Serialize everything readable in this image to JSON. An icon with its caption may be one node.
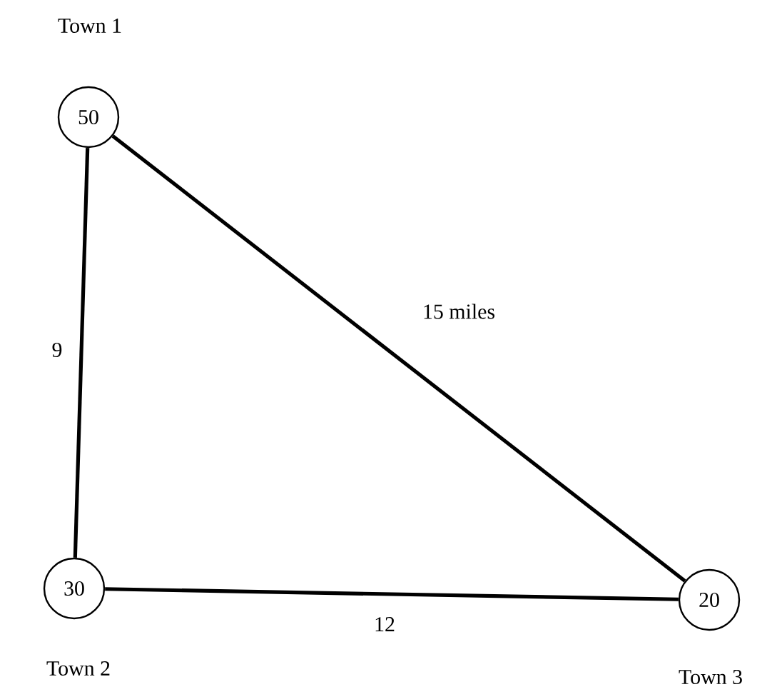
{
  "diagram": {
    "nodes": [
      {
        "text": [
          "50"
        ],
        "beside": [
          "Town 1"
        ]
      },
      {
        "text": [
          "30"
        ],
        "beside": [
          "Town 2"
        ]
      },
      {
        "text": [
          "20"
        ],
        "beside": [
          "Town 3"
        ]
      }
    ],
    "edges": [
      {
        "from": 0,
        "to": 1,
        "arrow": "none",
        "label": "9"
      },
      {
        "from": 0,
        "to": 2,
        "arrow": "none",
        "label": "15 miles"
      },
      {
        "from": 1,
        "to": 2,
        "arrow": "none",
        "label": "12"
      }
    ]
  }
}
